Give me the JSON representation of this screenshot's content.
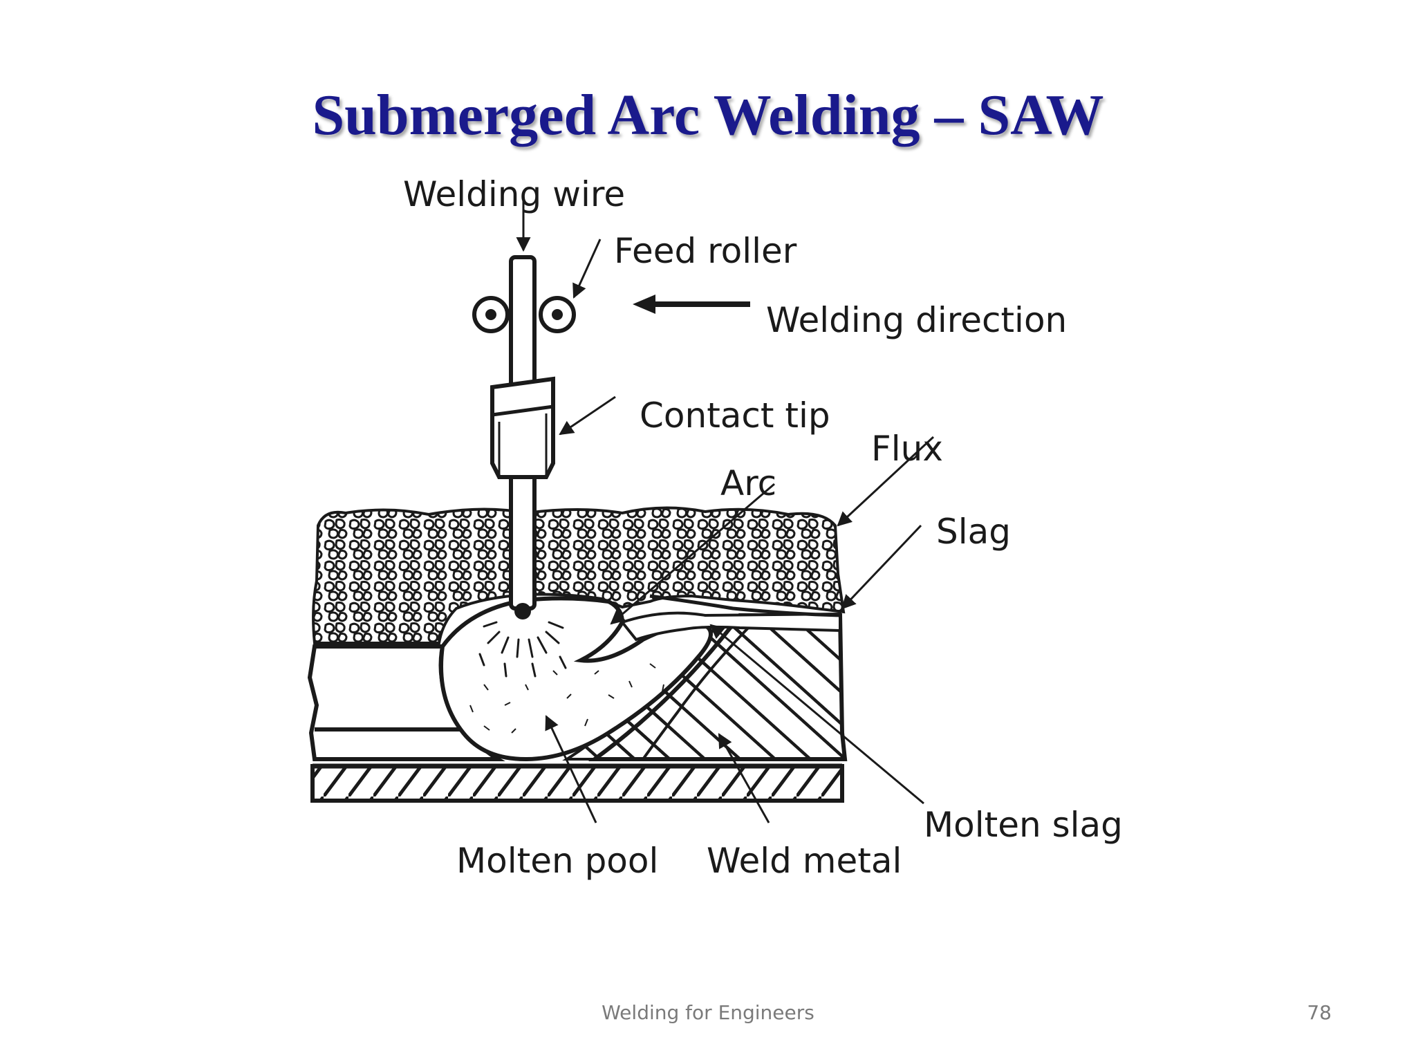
{
  "slide": {
    "title": "Submerged Arc Welding – SAW",
    "footer": "Welding for Engineers",
    "page_number": "78"
  },
  "diagram": {
    "labels": {
      "welding_wire": "Welding wire",
      "feed_roller": "Feed roller",
      "welding_direction": "Welding direction",
      "contact_tip": "Contact tip",
      "flux": "Flux",
      "arc": "Arc",
      "slag": "Slag",
      "molten_slag": "Molten slag",
      "molten_pool": "Molten pool",
      "weld_metal": "Weld metal"
    }
  },
  "colors": {
    "title": "#1a1a8c",
    "ink": "#1a1a1a",
    "footer": "#7a7a7a"
  }
}
